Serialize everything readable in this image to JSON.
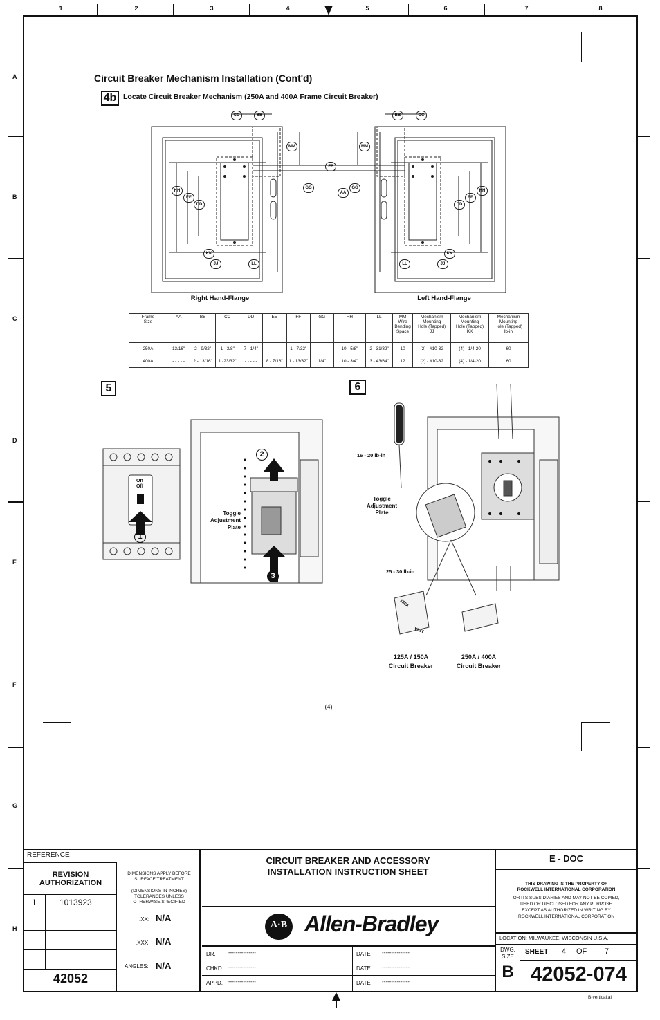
{
  "zones": {
    "columns": [
      "1",
      "2",
      "3",
      "4",
      "5",
      "6",
      "7",
      "8"
    ],
    "rows": [
      "A",
      "B",
      "C",
      "D",
      "E",
      "F",
      "G",
      "H"
    ]
  },
  "page": {
    "title": "Circuit Breaker Mechanism Installation (Cont'd)",
    "step_4b": {
      "badge": "4b",
      "heading": "Locate Circuit Breaker Mechanism (250A and 400A Frame Circuit Breaker)",
      "right_flange_caption": "Right Hand-Flange",
      "left_flange_caption": "Left Hand-Flange",
      "callouts": [
        "CC",
        "BB",
        "MM",
        "FF",
        "GG",
        "AA",
        "HH",
        "EE",
        "DD",
        "KK",
        "JJ",
        "LL"
      ]
    },
    "step_5": {
      "badge": "5",
      "toggle_on": "On",
      "toggle_off": "Off",
      "markers": [
        "1",
        "2",
        "3"
      ],
      "toggle_label": "Toggle\nAdjustment\nPlate"
    },
    "step_6": {
      "badge": "6",
      "torque_1": "16 - 20 lb-in",
      "torque_2": "25 - 30 lb-in",
      "toggle_label": "Toggle\nAdjustment\nPlate",
      "plate_text_top": "150A",
      "plate_text_bottom": "125A",
      "breaker_a": "125A / 150A\nCircuit Breaker",
      "breaker_b": "250A / 400A\nCircuit Breaker"
    },
    "page_number": "(4)"
  },
  "dimension_table": {
    "headers": [
      "Frame\nSize",
      "AA",
      "BB",
      "CC",
      "DD",
      "EE",
      "FF",
      "GG",
      "HH",
      "LL",
      "MM\nWire\nBending\nSpace",
      "Mechanism\nMounting\nHole (Tapped)\nJJ",
      "Mechanism\nMounting\nHole (Tapped)\nKK",
      "Mechanism\nMounting\nHole (Tapped)\nlb-in"
    ],
    "rows": [
      [
        "250A",
        "13/16\"",
        "2 - 9/32\"",
        "1 - 3/8\"",
        "7 - 1/4\"",
        "- - - - -",
        "1 - 7/32\"",
        "- - - - -",
        "10 - 5/8\"",
        "2 - 31/32\"",
        "10",
        "(2) - #10-32",
        "(4) - 1/4-20",
        "60"
      ],
      [
        "400A",
        "- - - - -",
        "2 - 13/16\"",
        "1 -23/32\"",
        "- - - - -",
        "8 - 7/16\"",
        "1 - 13/32\"",
        "1/4\"",
        "10 - 3/4\"",
        "3 - 43/64\"",
        "12",
        "(2) - #10-32",
        "(4) - 1/4-20",
        "60"
      ]
    ]
  },
  "title_block": {
    "reference_label": "REFERENCE",
    "revision_auth_label": "REVISION\nAUTHORIZATION",
    "rev_no": "1",
    "rev_auth": "1013923",
    "part_no": "42052",
    "dimensions_note": "DIMENSIONS APPLY BEFORE\nSURFACE TREATMENT",
    "tolerance_note": "(DIMENSIONS IN INCHES)\nTOLERANCES UNLESS\nOTHERWISE SPECIFIED",
    "tol_xx_label": ".XX:",
    "tol_xx_value": "N/A",
    "tol_xxx_label": ".XXX:",
    "tol_xxx_value": "N/A",
    "angles_label": "ANGLES:",
    "angles_value": "N/A",
    "doc_title": "CIRCUIT BREAKER AND ACCESSORY\nINSTALLATION INSTRUCTION SHEET",
    "brand": "Allen-Bradley",
    "logo_text": "A·B",
    "dr_label": "DR.",
    "chkd_label": "CHKD.",
    "appd_label": "APPD.",
    "date_label": "DATE",
    "blank_line": "---------------",
    "edoc": "E - DOC",
    "property_notice_bold": "THIS DRAWING IS THE PROPERTY OF\nROCKWELL INTERNATIONAL CORPORATION",
    "property_notice": "OR ITS SUBSIDIARIES AND MAY NOT BE COPIED,\nUSED OR DISCLOSED FOR ANY PURPOSE\nEXCEPT AS AUTHORIZED IN WRITING BY\nROCKWELL INTERNATIONAL CORPORATION",
    "location": "LOCATION:  MILWAUKEE,  WISCONSIN  U.S.A.",
    "dwg_size_label": "DWG.\nSIZE",
    "dwg_size": "B",
    "sheet_label": "SHEET",
    "sheet_no": "4",
    "of_label": "OF",
    "sheet_total": "7",
    "drawing_no": "42052-074",
    "file_name": "B-vertical.ai"
  }
}
